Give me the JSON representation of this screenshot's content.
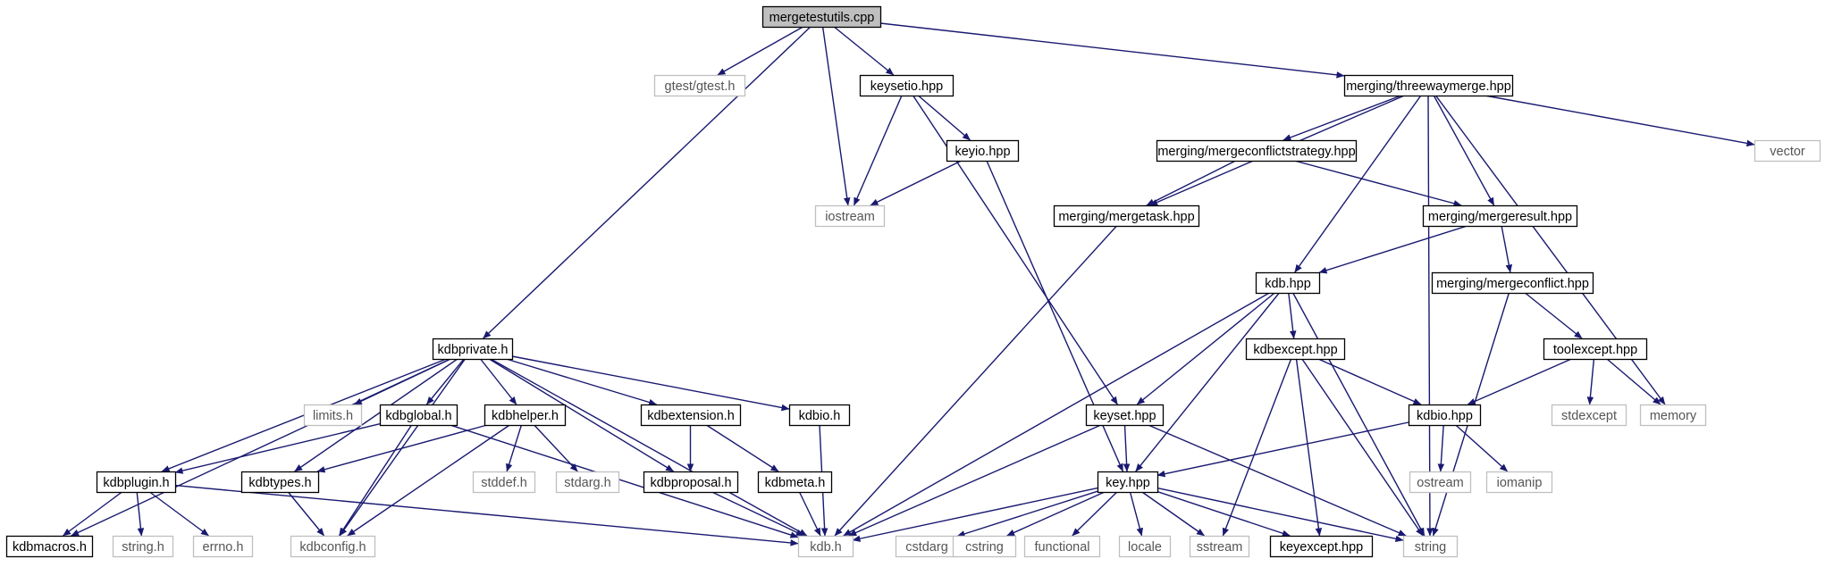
{
  "colors": {
    "edge": "#191970",
    "node_border": "#000000",
    "external_border": "#bfbfbf",
    "root_fill": "#bfbfbf",
    "node_fill": "#ffffff"
  },
  "nodes": [
    {
      "id": "mergetestutils_cpp",
      "label": "mergetestutils.cpp",
      "kind": "root"
    },
    {
      "id": "gtest_h",
      "label": "gtest/gtest.h",
      "kind": "external"
    },
    {
      "id": "keysetio_hpp",
      "label": "keysetio.hpp",
      "kind": "local"
    },
    {
      "id": "threewaymerge_hpp",
      "label": "merging/threewaymerge.hpp",
      "kind": "local"
    },
    {
      "id": "vector",
      "label": "vector",
      "kind": "external"
    },
    {
      "id": "keyio_hpp",
      "label": "keyio.hpp",
      "kind": "local"
    },
    {
      "id": "mergeconflictstrategy_hpp",
      "label": "merging/mergeconflictstrategy.hpp",
      "kind": "local"
    },
    {
      "id": "iostream",
      "label": "iostream",
      "kind": "external"
    },
    {
      "id": "mergetask_hpp",
      "label": "merging/mergetask.hpp",
      "kind": "local"
    },
    {
      "id": "mergeresult_hpp",
      "label": "merging/mergeresult.hpp",
      "kind": "local"
    },
    {
      "id": "kdb_hpp",
      "label": "kdb.hpp",
      "kind": "local"
    },
    {
      "id": "mergeconflict_hpp",
      "label": "merging/mergeconflict.hpp",
      "kind": "local"
    },
    {
      "id": "kdbprivate_h",
      "label": "kdbprivate.h",
      "kind": "local"
    },
    {
      "id": "kdbexcept_hpp",
      "label": "kdbexcept.hpp",
      "kind": "local"
    },
    {
      "id": "toolexcept_hpp",
      "label": "toolexcept.hpp",
      "kind": "local"
    },
    {
      "id": "limits_h",
      "label": "limits.h",
      "kind": "external"
    },
    {
      "id": "kdbglobal_h",
      "label": "kdbglobal.h",
      "kind": "local"
    },
    {
      "id": "kdbhelper_h",
      "label": "kdbhelper.h",
      "kind": "local"
    },
    {
      "id": "kdbextension_h",
      "label": "kdbextension.h",
      "kind": "local"
    },
    {
      "id": "kdbio_h",
      "label": "kdbio.h",
      "kind": "local"
    },
    {
      "id": "keyset_hpp",
      "label": "keyset.hpp",
      "kind": "local"
    },
    {
      "id": "kdbio_hpp",
      "label": "kdbio.hpp",
      "kind": "local"
    },
    {
      "id": "stdexcept",
      "label": "stdexcept",
      "kind": "external"
    },
    {
      "id": "memory",
      "label": "memory",
      "kind": "external"
    },
    {
      "id": "kdbplugin_h",
      "label": "kdbplugin.h",
      "kind": "local"
    },
    {
      "id": "kdbtypes_h",
      "label": "kdbtypes.h",
      "kind": "local"
    },
    {
      "id": "stddef_h",
      "label": "stddef.h",
      "kind": "external"
    },
    {
      "id": "stdarg_h",
      "label": "stdarg.h",
      "kind": "external"
    },
    {
      "id": "kdbproposal_h",
      "label": "kdbproposal.h",
      "kind": "local"
    },
    {
      "id": "kdbmeta_h",
      "label": "kdbmeta.h",
      "kind": "local"
    },
    {
      "id": "key_hpp",
      "label": "key.hpp",
      "kind": "local"
    },
    {
      "id": "ostream",
      "label": "ostream",
      "kind": "external"
    },
    {
      "id": "iomanip",
      "label": "iomanip",
      "kind": "external"
    },
    {
      "id": "kdbmacros_h",
      "label": "kdbmacros.h",
      "kind": "local"
    },
    {
      "id": "string_h",
      "label": "string.h",
      "kind": "external"
    },
    {
      "id": "errno_h",
      "label": "errno.h",
      "kind": "external"
    },
    {
      "id": "kdbconfig_h",
      "label": "kdbconfig.h",
      "kind": "external"
    },
    {
      "id": "kdb_h",
      "label": "kdb.h",
      "kind": "external"
    },
    {
      "id": "cstdarg",
      "label": "cstdarg",
      "kind": "external"
    },
    {
      "id": "cstring",
      "label": "cstring",
      "kind": "external"
    },
    {
      "id": "functional",
      "label": "functional",
      "kind": "external"
    },
    {
      "id": "locale",
      "label": "locale",
      "kind": "external"
    },
    {
      "id": "sstream",
      "label": "sstream",
      "kind": "external"
    },
    {
      "id": "keyexcept_hpp",
      "label": "keyexcept.hpp",
      "kind": "local"
    },
    {
      "id": "string",
      "label": "string",
      "kind": "external"
    }
  ],
  "edges": [
    [
      "mergetestutils_cpp",
      "gtest_h"
    ],
    [
      "mergetestutils_cpp",
      "keysetio_hpp"
    ],
    [
      "mergetestutils_cpp",
      "iostream"
    ],
    [
      "mergetestutils_cpp",
      "threewaymerge_hpp"
    ],
    [
      "mergetestutils_cpp",
      "kdbprivate_h"
    ],
    [
      "keysetio_hpp",
      "keyio_hpp"
    ],
    [
      "keysetio_hpp",
      "iostream"
    ],
    [
      "keysetio_hpp",
      "keyset_hpp"
    ],
    [
      "keyio_hpp",
      "iostream"
    ],
    [
      "keyio_hpp",
      "key_hpp"
    ],
    [
      "threewaymerge_hpp",
      "vector"
    ],
    [
      "threewaymerge_hpp",
      "mergeconflictstrategy_hpp"
    ],
    [
      "threewaymerge_hpp",
      "mergetask_hpp"
    ],
    [
      "threewaymerge_hpp",
      "mergeresult_hpp"
    ],
    [
      "threewaymerge_hpp",
      "kdb_hpp"
    ],
    [
      "threewaymerge_hpp",
      "memory"
    ],
    [
      "threewaymerge_hpp",
      "string"
    ],
    [
      "mergeconflictstrategy_hpp",
      "mergetask_hpp"
    ],
    [
      "mergeconflictstrategy_hpp",
      "mergeresult_hpp"
    ],
    [
      "mergetask_hpp",
      "kdb_h"
    ],
    [
      "mergeresult_hpp",
      "kdb_hpp"
    ],
    [
      "mergeresult_hpp",
      "mergeconflict_hpp"
    ],
    [
      "mergeconflict_hpp",
      "toolexcept_hpp"
    ],
    [
      "mergeconflict_hpp",
      "string"
    ],
    [
      "toolexcept_hpp",
      "kdbio_hpp"
    ],
    [
      "toolexcept_hpp",
      "stdexcept"
    ],
    [
      "toolexcept_hpp",
      "memory"
    ],
    [
      "kdb_hpp",
      "kdbexcept_hpp"
    ],
    [
      "kdb_hpp",
      "keyset_hpp"
    ],
    [
      "kdb_hpp",
      "key_hpp"
    ],
    [
      "kdb_hpp",
      "kdb_h"
    ],
    [
      "kdb_hpp",
      "string"
    ],
    [
      "kdbexcept_hpp",
      "kdbio_hpp"
    ],
    [
      "kdbexcept_hpp",
      "sstream"
    ],
    [
      "kdbexcept_hpp",
      "keyexcept_hpp"
    ],
    [
      "kdbexcept_hpp",
      "string"
    ],
    [
      "kdbio_hpp",
      "key_hpp"
    ],
    [
      "kdbio_hpp",
      "ostream"
    ],
    [
      "kdbio_hpp",
      "iomanip"
    ],
    [
      "keyset_hpp",
      "key_hpp"
    ],
    [
      "keyset_hpp",
      "kdb_h"
    ],
    [
      "keyset_hpp",
      "string"
    ],
    [
      "key_hpp",
      "kdb_h"
    ],
    [
      "key_hpp",
      "cstdarg"
    ],
    [
      "key_hpp",
      "cstring"
    ],
    [
      "key_hpp",
      "functional"
    ],
    [
      "key_hpp",
      "locale"
    ],
    [
      "key_hpp",
      "sstream"
    ],
    [
      "key_hpp",
      "keyexcept_hpp"
    ],
    [
      "key_hpp",
      "string"
    ],
    [
      "kdbprivate_h",
      "kdbmacros_h"
    ],
    [
      "kdbprivate_h",
      "kdbplugin_h"
    ],
    [
      "kdbprivate_h",
      "kdbconfig_h"
    ],
    [
      "kdbprivate_h",
      "kdbtypes_h"
    ],
    [
      "kdbprivate_h",
      "limits_h"
    ],
    [
      "kdbprivate_h",
      "kdbglobal_h"
    ],
    [
      "kdbprivate_h",
      "kdbhelper_h"
    ],
    [
      "kdbprivate_h",
      "kdbproposal_h"
    ],
    [
      "kdbprivate_h",
      "kdbextension_h"
    ],
    [
      "kdbprivate_h",
      "kdbio_h"
    ],
    [
      "kdbprivate_h",
      "kdb_h"
    ],
    [
      "kdbglobal_h",
      "kdbplugin_h"
    ],
    [
      "kdbglobal_h",
      "kdbconfig_h"
    ],
    [
      "kdbglobal_h",
      "kdb_h"
    ],
    [
      "kdbhelper_h",
      "kdbtypes_h"
    ],
    [
      "kdbhelper_h",
      "kdbconfig_h"
    ],
    [
      "kdbhelper_h",
      "stddef_h"
    ],
    [
      "kdbhelper_h",
      "stdarg_h"
    ],
    [
      "kdbextension_h",
      "kdbproposal_h"
    ],
    [
      "kdbextension_h",
      "kdbmeta_h"
    ],
    [
      "kdbio_h",
      "kdb_h"
    ],
    [
      "kdbplugin_h",
      "kdbmacros_h"
    ],
    [
      "kdbplugin_h",
      "string_h"
    ],
    [
      "kdbplugin_h",
      "errno_h"
    ],
    [
      "kdbplugin_h",
      "kdb_h"
    ],
    [
      "kdbtypes_h",
      "kdbconfig_h"
    ],
    [
      "kdbproposal_h",
      "kdb_h"
    ],
    [
      "kdbmeta_h",
      "kdb_h"
    ]
  ]
}
